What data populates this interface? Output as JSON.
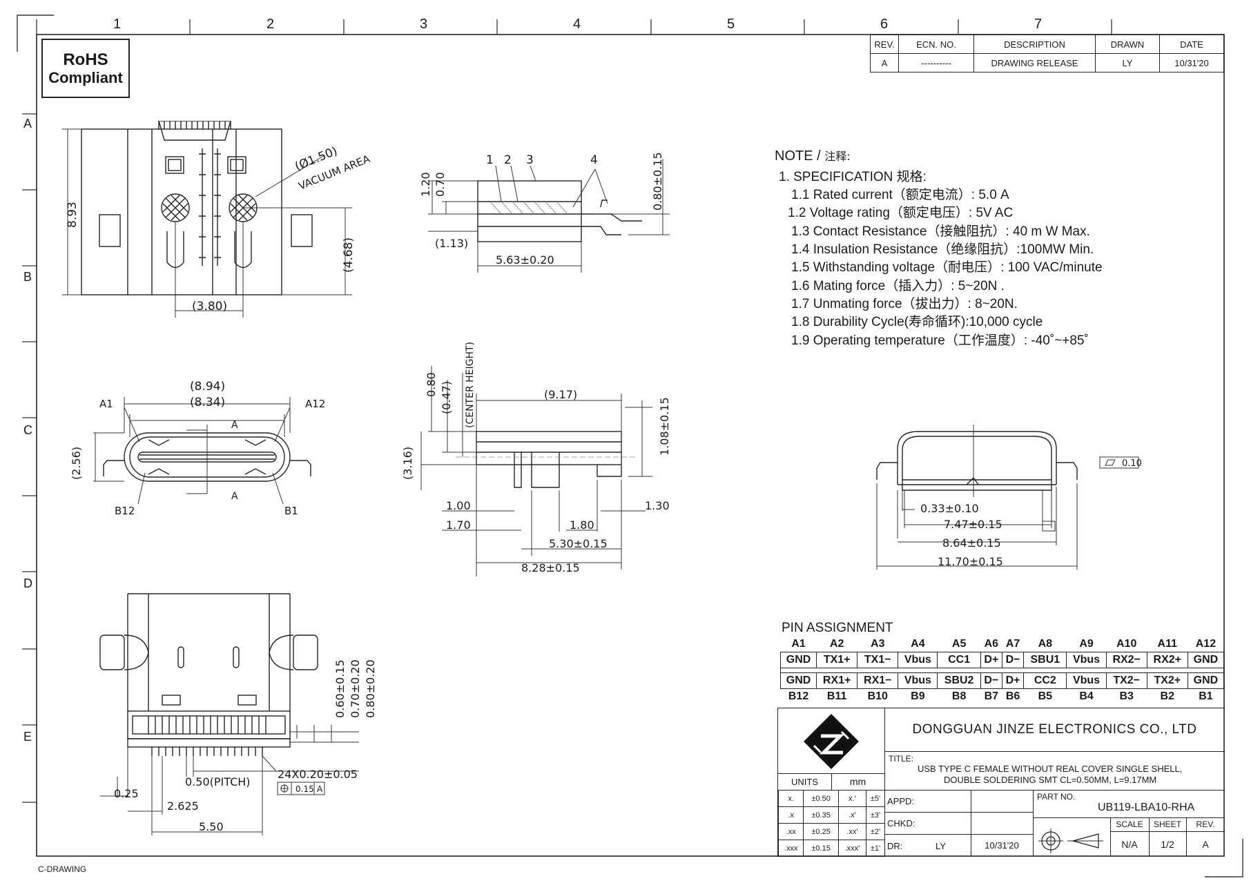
{
  "rohs": {
    "line1": "RoHS",
    "line2": "Compliant"
  },
  "zone_numbers": [
    "1",
    "2",
    "3",
    "4",
    "5",
    "6",
    "7"
  ],
  "zone_letters": [
    "A",
    "B",
    "C",
    "D",
    "E"
  ],
  "revision_table": {
    "headers": [
      "REV.",
      "ECN. NO.",
      "DESCRIPTION",
      "DRAWN",
      "DATE"
    ],
    "row": [
      "A",
      "----------",
      "DRAWING  RELEASE",
      "LY",
      "10/31'20"
    ]
  },
  "notes": {
    "title": "NOTE /",
    "title_cn": "注释:",
    "spec_heading": "1. SPECIFICATION 规格:",
    "items": [
      "1.1  Rated current（额定电流）: 5.0 A",
      "1.2 Voltage rating（额定电压）: 5V AC",
      "1.3  Contact Resistance（接触阻抗）: 40 m W Max.",
      "1.4  Insulation Resistance（绝缘阻抗）:100MW Min.",
      "1.5  Withstanding voltage（耐电压）: 100 VAC/minute",
      "1.6  Mating force（插入力）: 5~20N .",
      "1.7  Unmating force（拔出力）: 8~20N.",
      "1.8  Durability Cycle(寿命循环):10,000  cycle",
      "1.9 Operating temperature（工作温度）: -40˚~+85˚"
    ]
  },
  "dims": {
    "top_view": {
      "d893": "8.93",
      "d150": "(Ø1.50)",
      "vacuum": "VACUUM AREA",
      "d468": "(4.68)",
      "d380": "(3.80)"
    },
    "side_view": {
      "d120": "1.20",
      "d070": "0.70",
      "c1": "1",
      "c2": "2",
      "c3": "3",
      "c4": "4",
      "d080": "0.80±0.15",
      "d113": "(1.13)",
      "d563": "5.63±0.20"
    },
    "front_view": {
      "d894": "(8.94)",
      "d834": "(8.34)",
      "a1": "A1",
      "a12": "A12",
      "b12": "B12",
      "b1": "B1",
      "d256": "(2.56)",
      "secA": "A"
    },
    "section_view": {
      "d080": "0.80",
      "d047": "(0.47)",
      "center": "(CENTER  HEIGHT)",
      "d917": "(9.17)",
      "d108": "1.08±0.15",
      "d316": "(3.16)",
      "d100": "1.00",
      "d170": "1.70",
      "d180": "1.80",
      "d130": "1.30",
      "d530": "5.30±0.15",
      "d828": "8.28±0.15"
    },
    "right_view": {
      "flat": "0.10",
      "d033": "0.33±0.10",
      "d747": "7.47±0.15",
      "d864": "8.64±0.15",
      "d1170": "11.70±0.15"
    },
    "bottom_view": {
      "d060": "0.60±0.15",
      "d070": "0.70±0.20",
      "d080": "0.80±0.20",
      "pitch": "0.50(PITCH)",
      "leads": "24X0.20±0.05",
      "pos": "0.15",
      "posA": "A",
      "d025": "0.25",
      "d2625": "2.625",
      "d550": "5.50"
    }
  },
  "pin_assignment": {
    "title": "PIN ASSIGNMENT",
    "top_labels": [
      "A1",
      "A2",
      "A3",
      "A4",
      "A5",
      "A6",
      "A7",
      "A8",
      "A9",
      "A10",
      "A11",
      "A12"
    ],
    "top_signals": [
      "GND",
      "TX1+",
      "TX1−",
      "Vbus",
      "CC1",
      "D+",
      "D−",
      "SBU1",
      "Vbus",
      "RX2−",
      "RX2+",
      "GND"
    ],
    "bottom_signals": [
      "GND",
      "RX1+",
      "RX1−",
      "Vbus",
      "SBU2",
      "D−",
      "D+",
      "CC2",
      "Vbus",
      "TX2−",
      "TX2+",
      "GND"
    ],
    "bottom_labels": [
      "B12",
      "B11",
      "B10",
      "B9",
      "B8",
      "B7",
      "B6",
      "B5",
      "B4",
      "B3",
      "B2",
      "B1"
    ]
  },
  "title_block": {
    "company": "DONGGUAN  JINZE  ELECTRONICS  CO.,  LTD",
    "title_label": "TITLE:",
    "title_line1": "USB  TYPE  C  FEMALE  WITHOUT  REAL  COVER  SINGLE  SHELL,",
    "title_line2": "DOUBLE  SOLDERING  SMT  CL=0.50MM,  L=9.17MM",
    "units_label": "UNITS",
    "units_value": "mm",
    "tolerances": [
      [
        "x.",
        "±0.50",
        "x.'",
        "±5'"
      ],
      [
        ".x",
        "±0.35",
        ".x'",
        "±3'"
      ],
      [
        ".xx",
        "±0.25",
        ".xx'",
        "±2'"
      ],
      [
        ".xxx",
        "±0.15",
        ".xxx'",
        "±1'"
      ]
    ],
    "appd": "APPD:",
    "chkd": "CHKD:",
    "dr": "DR:",
    "dr_name": "LY",
    "dr_date": "10/31'20",
    "part_no_label": "PART  NO.",
    "part_no": "UB119-LBA10-RHA",
    "scale_label": "SCALE",
    "sheet_label": "SHEET",
    "rev_label": "REV.",
    "scale": "N/A",
    "sheet": "1/2",
    "rev": "A"
  },
  "footer": "C-DRAWING"
}
